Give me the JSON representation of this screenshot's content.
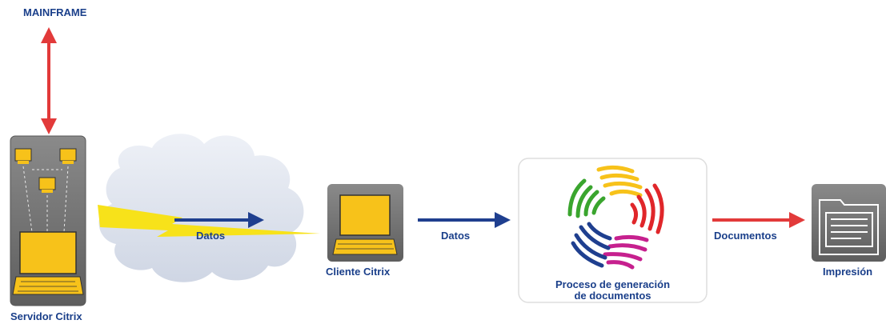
{
  "labels": {
    "mainframe": "MAINFRAME",
    "servidor": "Servidor Citrix",
    "datos_1": "Datos",
    "cliente": "Cliente Citrix",
    "datos_2": "Datos",
    "proceso_line1": "Proceso de generación",
    "proceso_line2": "de documentos",
    "documentos": "Documentos",
    "impresion": "Impresión"
  },
  "colors": {
    "label_blue": "#1a3f8a",
    "arrow_red": "#e23a3a",
    "arrow_blue": "#1f3f8f",
    "screen_yellow": "#f7c21a",
    "device_gray": "#6f6f6f",
    "lightning_yellow": "#f7e21a",
    "cloud": "#dce2ee"
  },
  "icons": {
    "server": "server-rack-icon",
    "cloud": "network-cloud-icon",
    "client": "monitor-icon",
    "process": "colorful-swirl-logo-icon",
    "print": "document-folder-icon"
  }
}
